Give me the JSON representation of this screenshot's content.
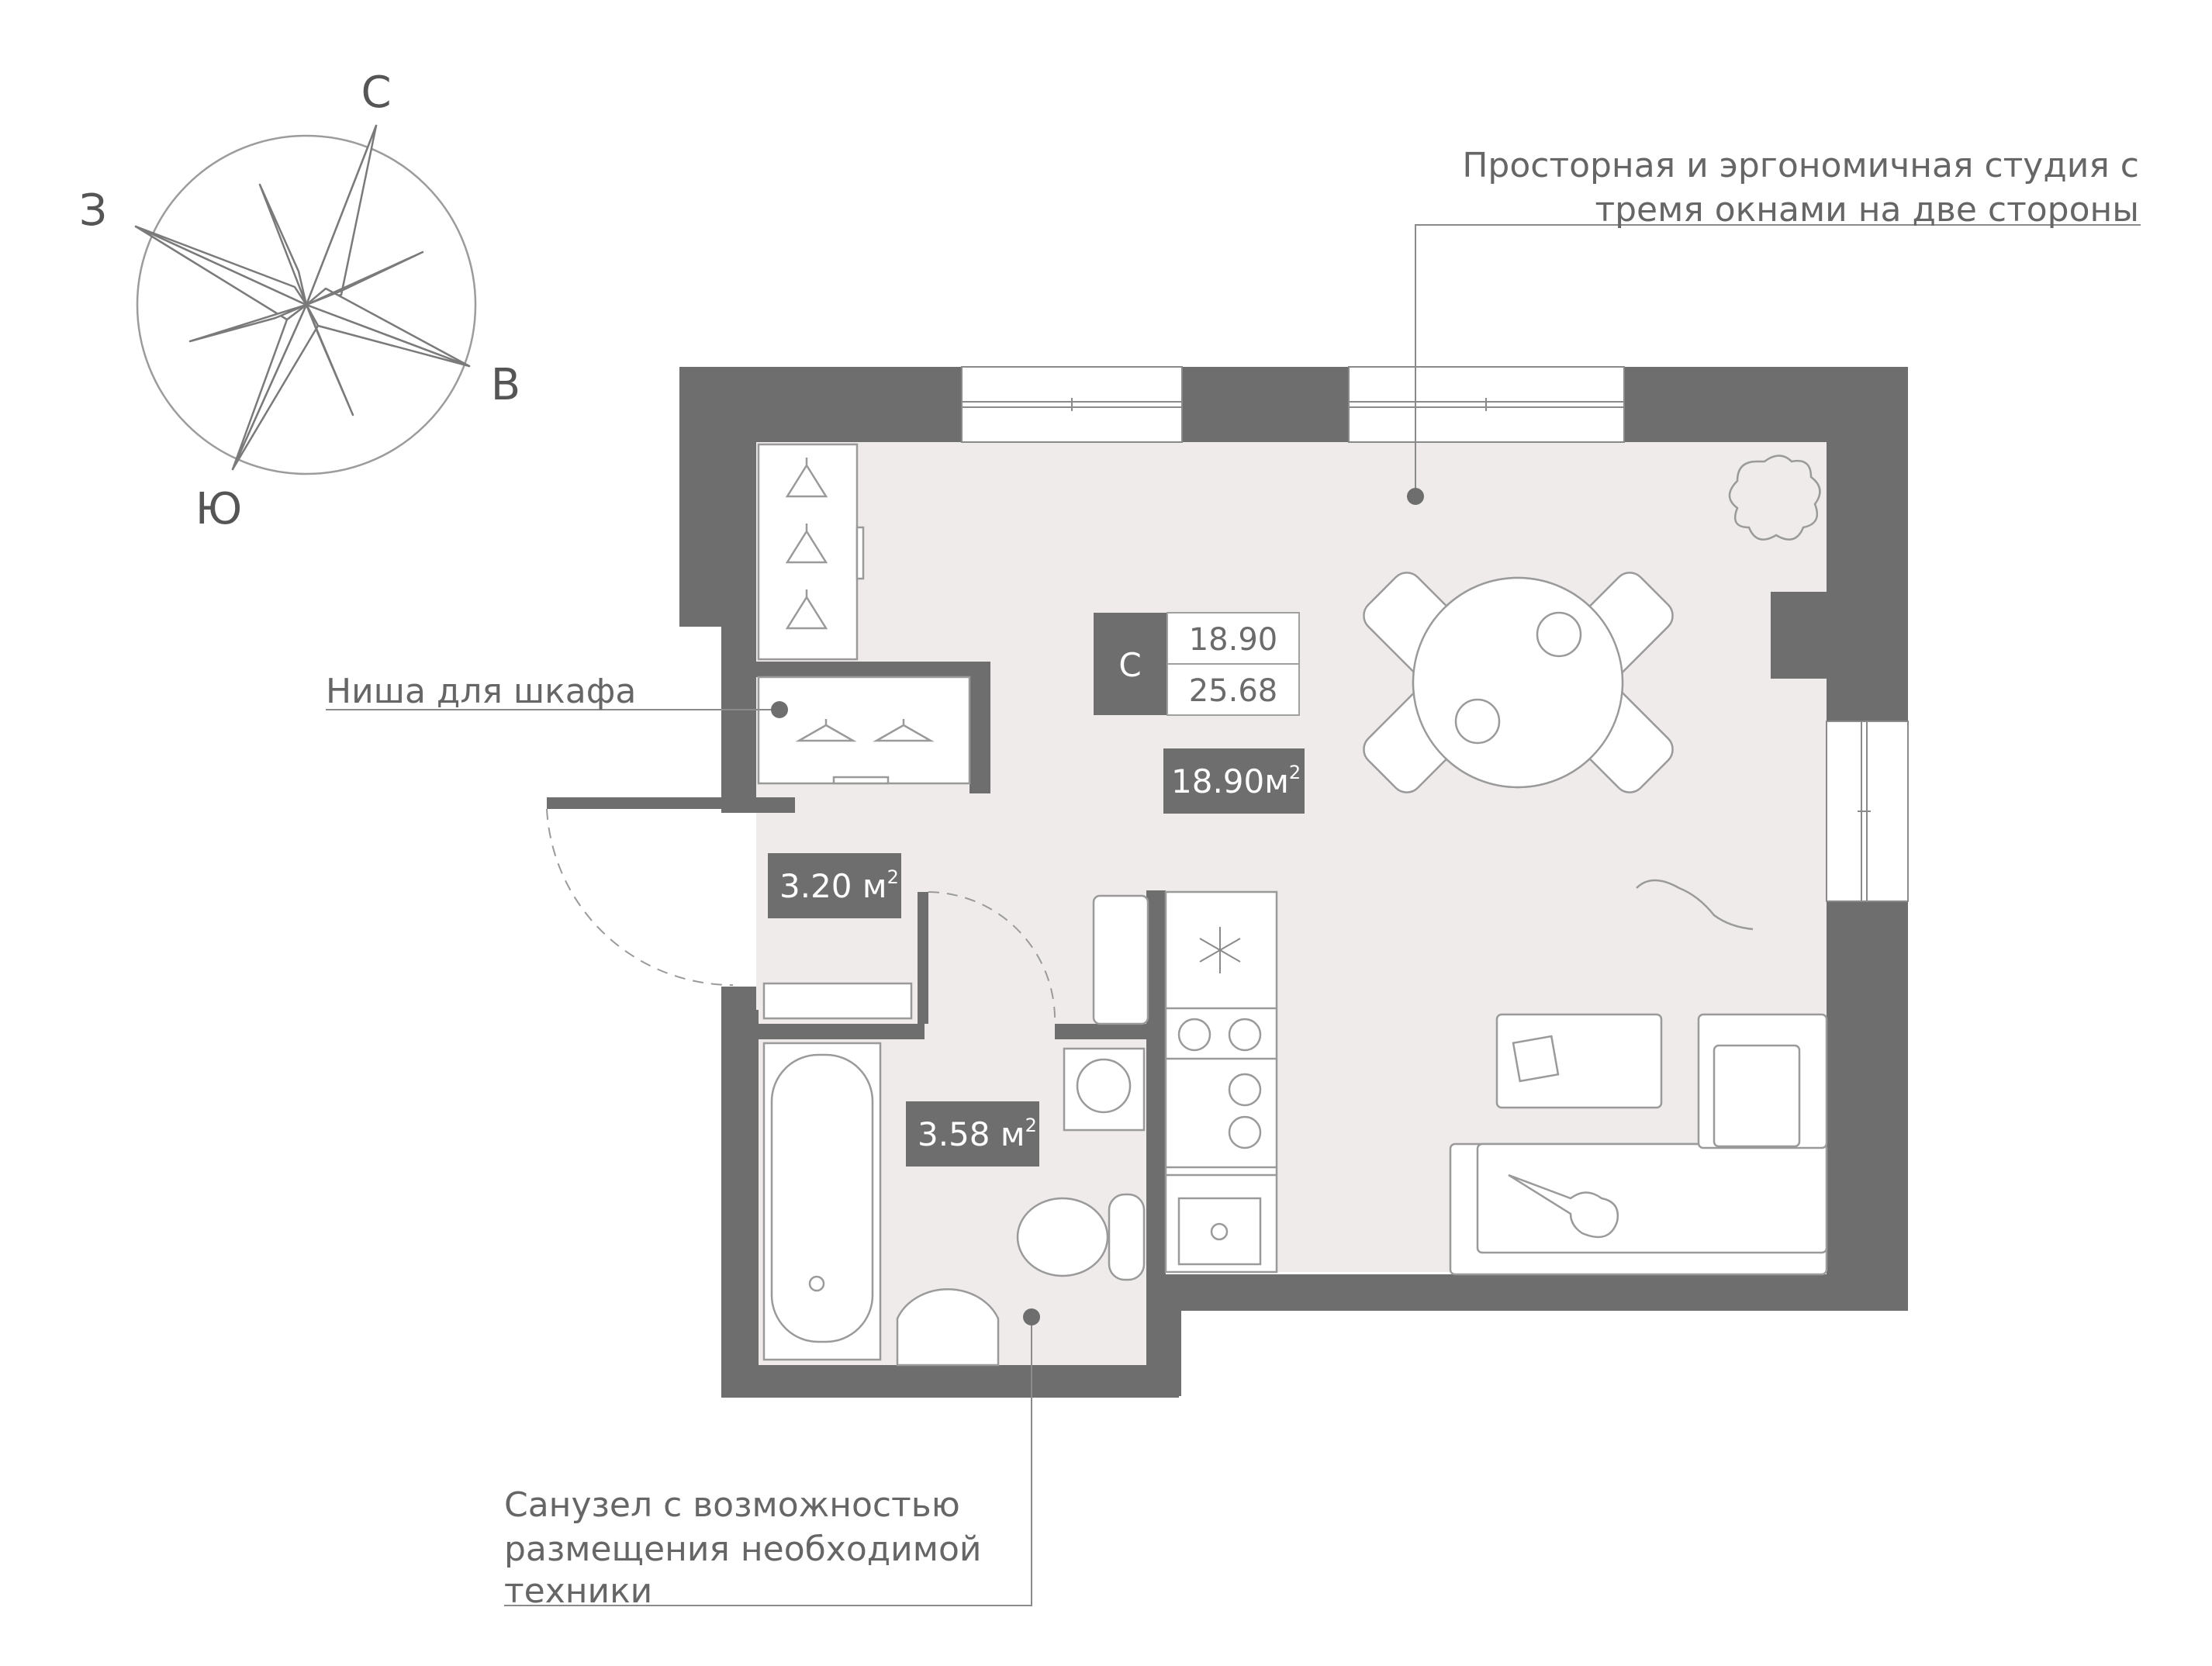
{
  "compass": {
    "north": "С",
    "east": "В",
    "south": "Ю",
    "west": "З"
  },
  "annotations": {
    "studio_line1": "Просторная и эргономичная студия с",
    "studio_line2": "тремя окнами на две стороны",
    "niche": "Ниша для шкафа",
    "bathroom_line1": "Санузел с возможностью",
    "bathroom_line2": "размещения необходимой",
    "bathroom_line3": "техники"
  },
  "apartment": {
    "type": "С",
    "living_area": "18.90",
    "total_area": "25.68"
  },
  "rooms": {
    "studio": {
      "area": "18.90м",
      "unit_sup": "2"
    },
    "hall": {
      "area": "3.20 м",
      "unit_sup": "2"
    },
    "bathroom": {
      "area": "3.58 м",
      "unit_sup": "2"
    }
  },
  "colors": {
    "wall": "#6e6e6e",
    "floor": "#efebea",
    "badge": "#6e6e6e",
    "line": "#8a8a8a",
    "furniture_stroke": "#9a9a9a"
  }
}
